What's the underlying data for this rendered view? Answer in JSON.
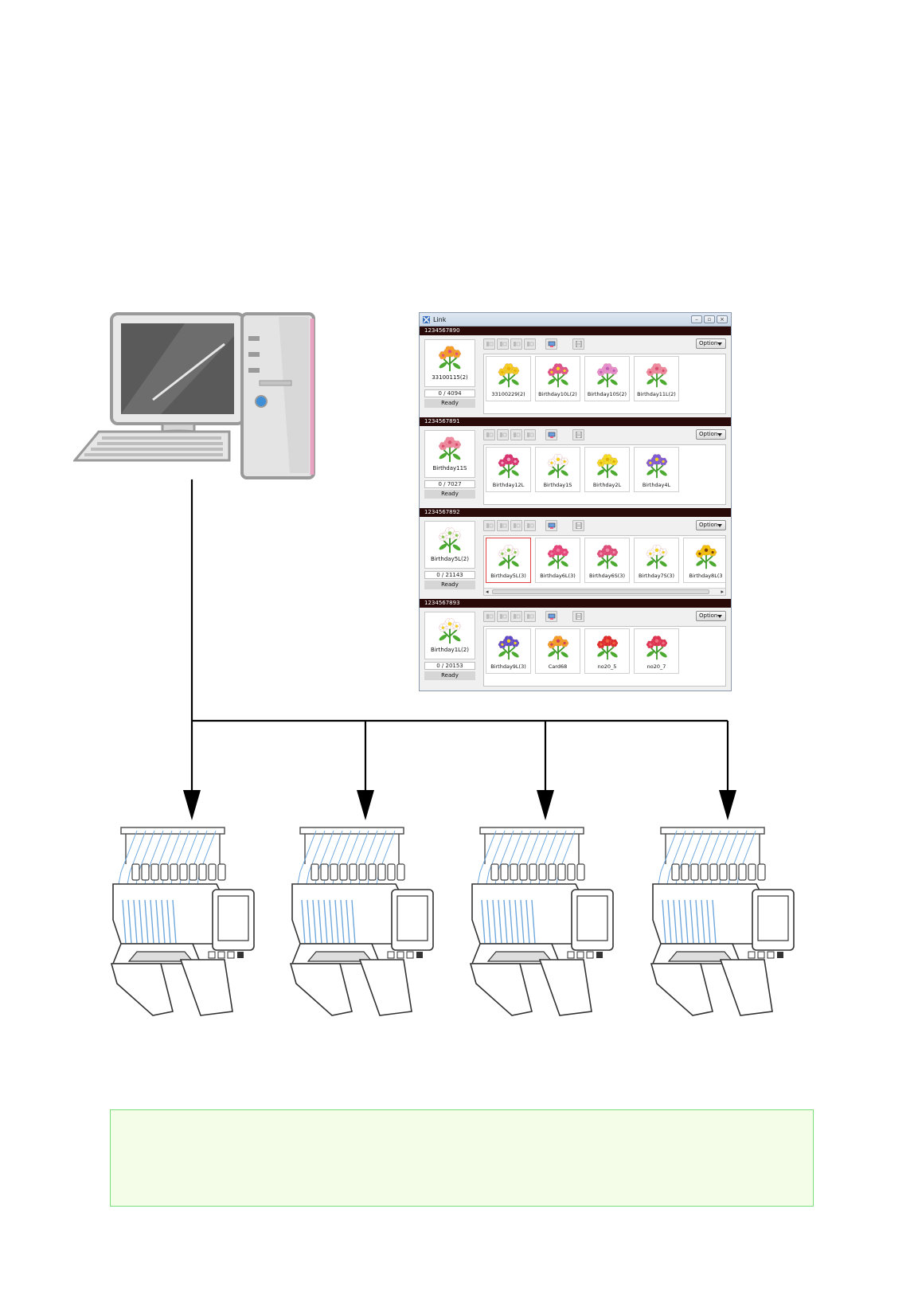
{
  "link_window": {
    "title": "Link",
    "colors": {
      "header_bg": "#2a0909",
      "selected_border": "#e04040"
    },
    "option_label": "Option",
    "panels": [
      {
        "machine_id": "1234567890",
        "current_design": "33100115(2)",
        "stitch_count": "0 / 4094",
        "status": "Ready",
        "queue": [
          {
            "label": "33100229(2)",
            "flower": "yellow-daisy-icon"
          },
          {
            "label": "Birthday10L(2)",
            "flower": "pink-bouquet-icon"
          },
          {
            "label": "Birthday10S(2)",
            "flower": "cosmos-icon"
          },
          {
            "label": "Birthday11L(2)",
            "flower": "pink-chrysanthemum-icon"
          }
        ]
      },
      {
        "machine_id": "1234567891",
        "current_design": "Birthday11S",
        "stitch_count": "0 / 7027",
        "status": "Ready",
        "queue": [
          {
            "label": "Birthday12L",
            "flower": "orchid-icon"
          },
          {
            "label": "Birthday1S",
            "flower": "narcissus-icon"
          },
          {
            "label": "Birthday2L",
            "flower": "yellow-narcissus-icon"
          },
          {
            "label": "Birthday4L",
            "flower": "purple-aster-icon"
          }
        ]
      },
      {
        "machine_id": "1234567892",
        "current_design": "Birthday5L(2)",
        "stitch_count": "0 / 21143",
        "status": "Ready",
        "queue": [
          {
            "label": "Birthday5L(3)",
            "flower": "lily-of-valley-icon",
            "selected": true
          },
          {
            "label": "Birthday6L(3)",
            "flower": "pink-rose-icon"
          },
          {
            "label": "Birthday6S(3)",
            "flower": "carnation-icon"
          },
          {
            "label": "Birthday7S(3)",
            "flower": "white-lily-icon"
          },
          {
            "label": "Birthday8L(3",
            "flower": "sunflower-icon"
          }
        ]
      },
      {
        "machine_id": "1234567893",
        "current_design": "Birthday1L(2)",
        "stitch_count": "0 / 20153",
        "status": "Ready",
        "queue": [
          {
            "label": "Birthday9L(3)",
            "flower": "iris-icon"
          },
          {
            "label": "Card68",
            "flower": "mixed-bouquet-icon"
          },
          {
            "label": "no20_5",
            "flower": "tulip-icon"
          },
          {
            "label": "no20_7",
            "flower": "red-rose-icon"
          }
        ]
      }
    ]
  },
  "colors": {
    "computer_pink": "#e9a2bf",
    "thread_blue": "#6fa8dc",
    "arrow": "#000000",
    "note_border": "#78e078",
    "note_bg": "#f4fde8"
  }
}
